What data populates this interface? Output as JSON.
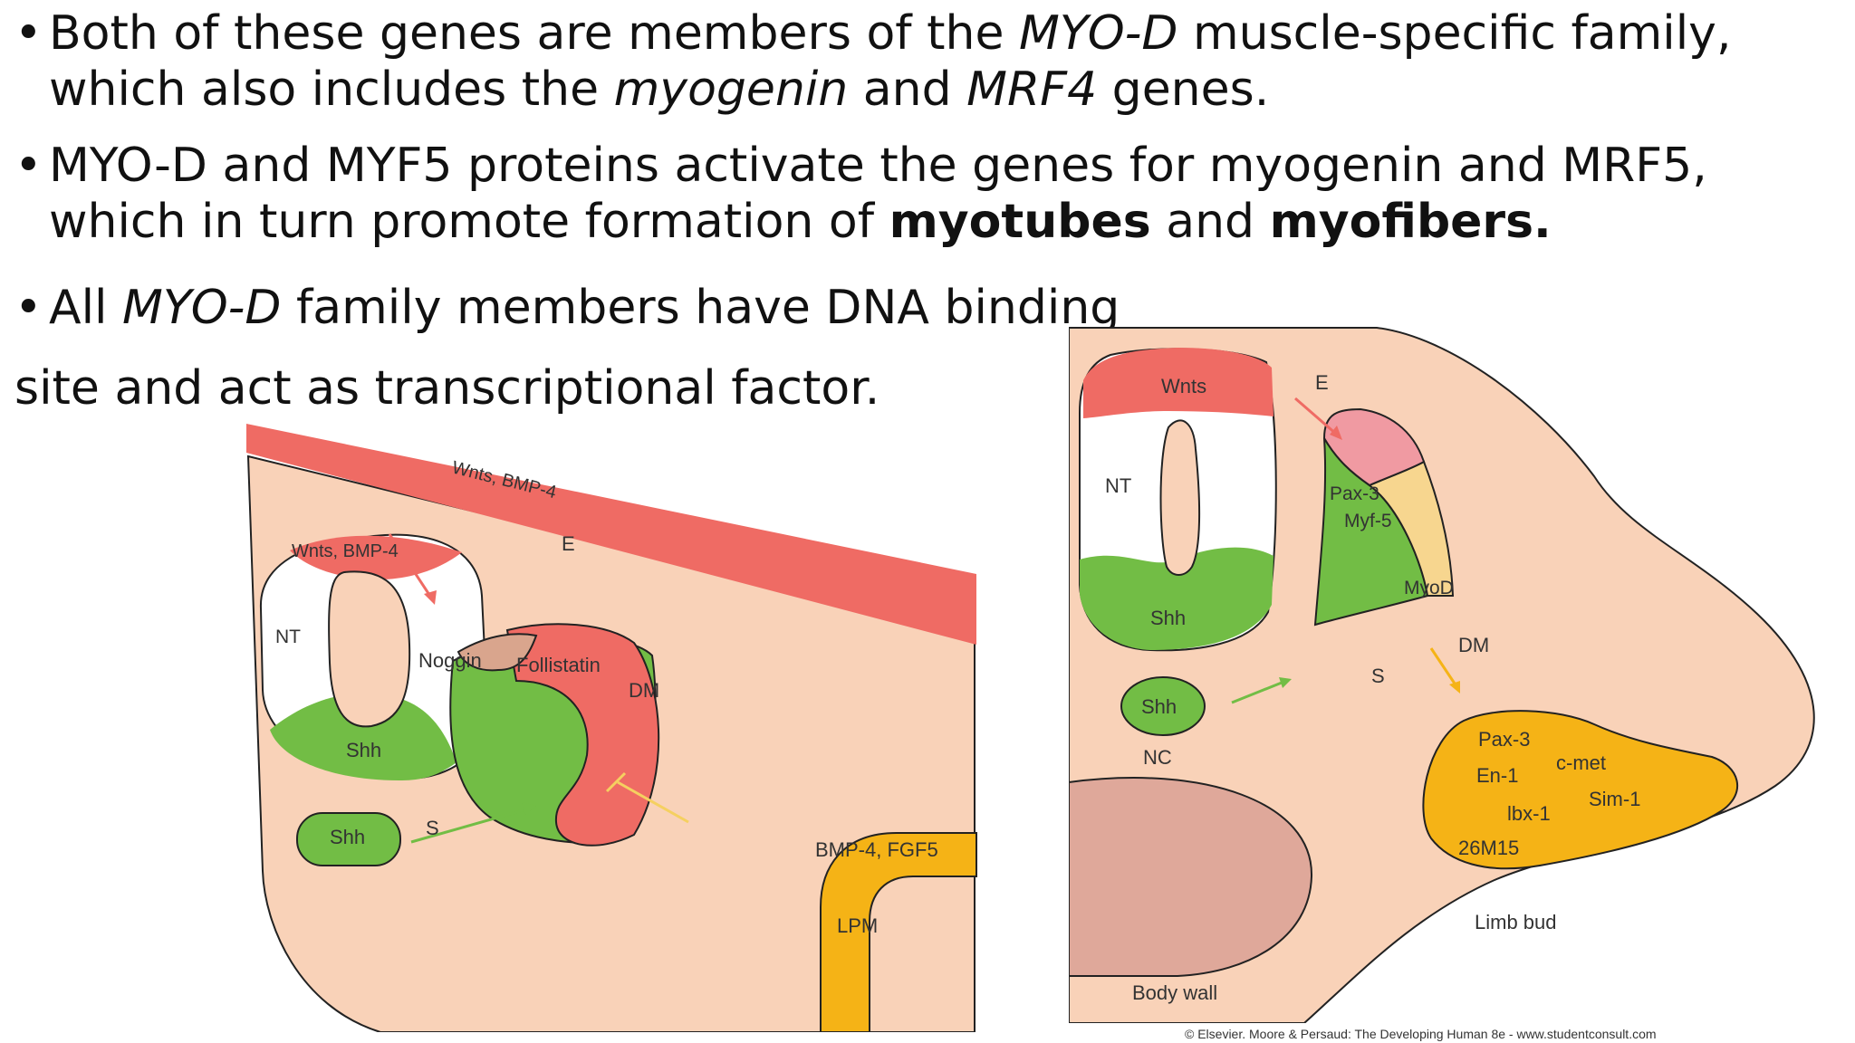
{
  "bullets": [
    {
      "dot": "•",
      "parts": [
        {
          "t": "Both of these genes are members of the ",
          "s": ""
        },
        {
          "t": "MYO-D",
          "s": "i"
        },
        {
          "t": " muscle-specific family, which also includes the ",
          "s": ""
        },
        {
          "t": "myogenin",
          "s": "i"
        },
        {
          "t": " and ",
          "s": ""
        },
        {
          "t": "MRF4",
          "s": "i"
        },
        {
          "t": " genes.",
          "s": ""
        }
      ]
    },
    {
      "dot": "•",
      "parts": [
        {
          "t": "MYO-D and MYF5 proteins activate the genes for myogenin and MRF5, which in turn promote formation of ",
          "s": ""
        },
        {
          "t": "myotubes",
          "s": "b"
        },
        {
          "t": " and ",
          "s": ""
        },
        {
          "t": "myofibers.",
          "s": "b"
        }
      ]
    },
    {
      "dot": "•",
      "parts": [
        {
          "t": "All ",
          "s": ""
        },
        {
          "t": "MYO-D",
          "s": "i"
        },
        {
          "t": " family members have DNA binding",
          "s": ""
        }
      ]
    }
  ],
  "continuation": "site and act as transcriptional factor.",
  "left_diagram": {
    "wnts_bmp4_top": "Wnts, BMP-4",
    "e": "E",
    "wnts_bmp4_nt": "Wnts, BMP-4",
    "nt": "NT",
    "shh_nt": "Shh",
    "shh_nc": "Shh",
    "noggin": "Noggin",
    "follistatin": "Follistatin",
    "dm": "DM",
    "s": "S",
    "bmp4_fgf5": "BMP-4, FGF5",
    "lpm": "LPM"
  },
  "right_diagram": {
    "wnts": "Wnts",
    "e": "E",
    "nt": "NT",
    "pax3": "Pax-3",
    "myf5": "Myf-5",
    "myod": "MyoD",
    "shh_nt": "Shh",
    "dm": "DM",
    "s": "S",
    "shh_nc": "Shh",
    "nc": "NC",
    "limb_pax3": "Pax-3",
    "cmet": "c-met",
    "en1": "En-1",
    "sim1": "Sim-1",
    "lbx1": "lbx-1",
    "m15": "26M15",
    "limb_bud": "Limb bud",
    "body_wall": "Body wall"
  },
  "credit": "© Elsevier. Moore & Persaud: The Developing Human 8e - www.studentconsult.com",
  "colors": {
    "tissue": "#f9d2b8",
    "red": "#ef6b64",
    "green": "#72bd45",
    "orange": "#f5b316",
    "pink": "#f09aa2",
    "myod": "#f7d68f",
    "noggin": "#d9a58d",
    "body_wall": "#dfa89a"
  }
}
